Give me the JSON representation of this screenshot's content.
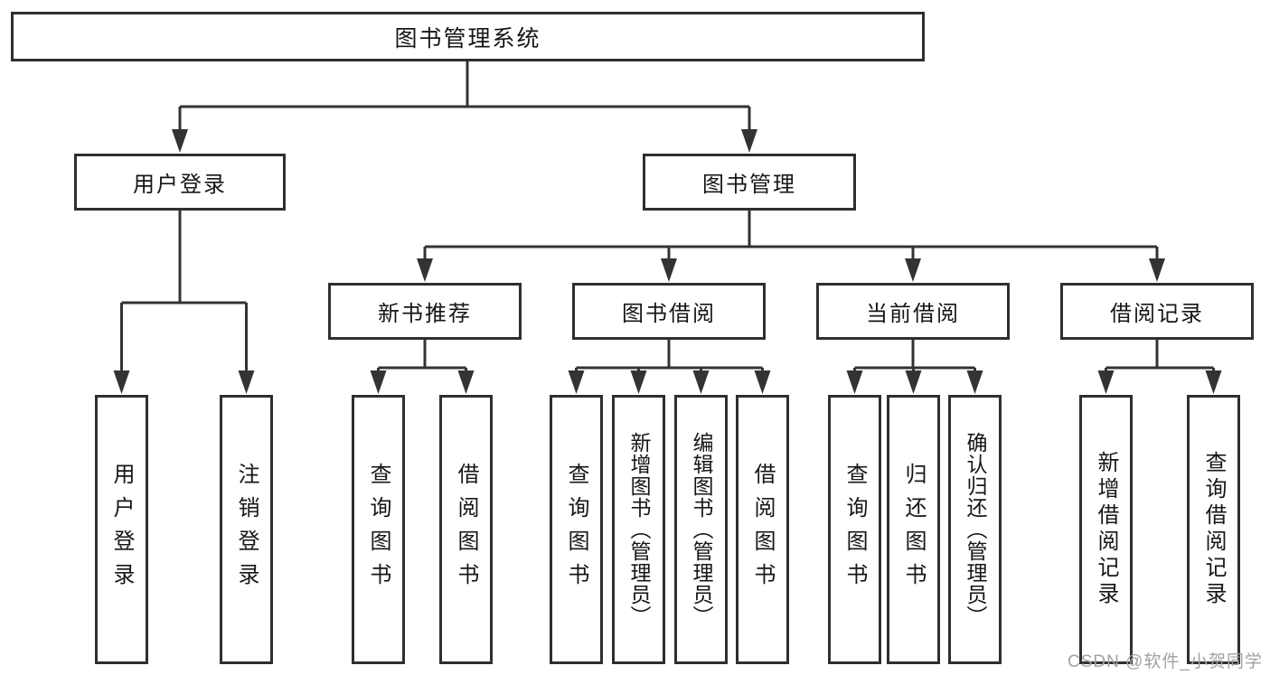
{
  "diagram": {
    "title": "图书管理系统",
    "level1": [
      {
        "label": "用户登录"
      },
      {
        "label": "图书管理"
      }
    ],
    "level2": [
      {
        "label": "新书推荐"
      },
      {
        "label": "图书借阅"
      },
      {
        "label": "当前借阅"
      },
      {
        "label": "借阅记录"
      }
    ],
    "leaves": [
      {
        "label": "用户登录"
      },
      {
        "label": "注销登录"
      },
      {
        "label": "查询图书"
      },
      {
        "label": "借阅图书"
      },
      {
        "label": "查询图书"
      },
      {
        "label": "新增图书（管理员）"
      },
      {
        "label": "编辑图书（管理员）"
      },
      {
        "label": "借阅图书"
      },
      {
        "label": "查询图书"
      },
      {
        "label": "归还图书"
      },
      {
        "label": "确认归还（管理员）"
      },
      {
        "label": "新增借阅记录"
      },
      {
        "label": "查询借阅记录"
      }
    ]
  },
  "colors": {
    "line": "#333333",
    "border": "#2f2f2f",
    "text": "#161616",
    "background": "#ffffff",
    "watermark": "#a2a2a2"
  },
  "watermark": {
    "text": "CSDN @软件_小贺同学"
  }
}
